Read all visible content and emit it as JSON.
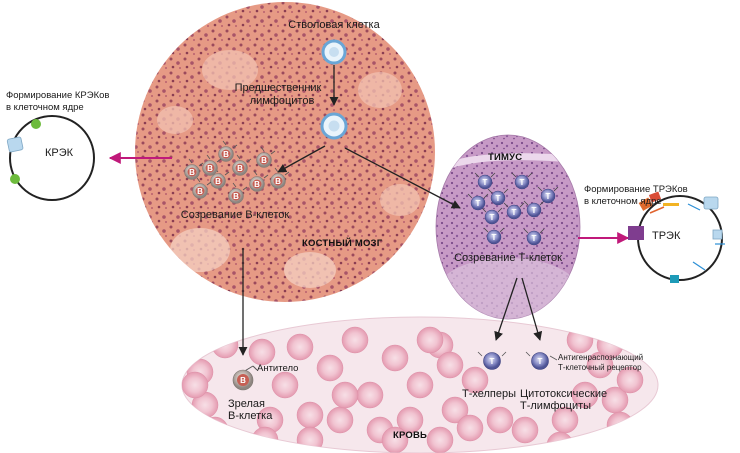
{
  "labels": {
    "stem_cell": "Стволовая клетка",
    "precursor_line1": "Предшественник",
    "precursor_line2": "лимфоцитов",
    "b_maturation": "Созревание В-клеток",
    "bone_marrow": "КОСТНЫЙ МОЗГ",
    "kreks_title_line1": "Формирование КРЭКов",
    "kreks_title_line2": "в клеточном ядре",
    "kreks_ring": "КРЭК",
    "thymus": "ТИМУС",
    "t_maturation": "Созревание Т-клеток",
    "treks_title_line1": "Формирование ТРЭКов",
    "treks_title_line2": "в клеточном ядре",
    "treks_ring": "ТРЭК",
    "antibody": "Антитело",
    "mature_b_line1": "Зрелая",
    "mature_b_line2": "В-клетка",
    "t_helpers": "Т-хелперы",
    "tcr_line1": "Антигенраспознающий",
    "tcr_line2": "Т-клеточный рецептор",
    "cytotoxic_line1": "Цитотоксические",
    "cytotoxic_line2": "Т-лимфоциты",
    "blood": "КРОВЬ"
  },
  "cell_letters": {
    "b": "B",
    "t": "T"
  },
  "colors": {
    "marrow": "#e3957f",
    "thymus": "#c79ac6",
    "blood": "#f4e4ea",
    "arrow_magenta": "#c0197a",
    "arrow_dark": "#222222",
    "kreks_dot": "#6dbb3c",
    "kreks_box": "#b9d8ee"
  }
}
